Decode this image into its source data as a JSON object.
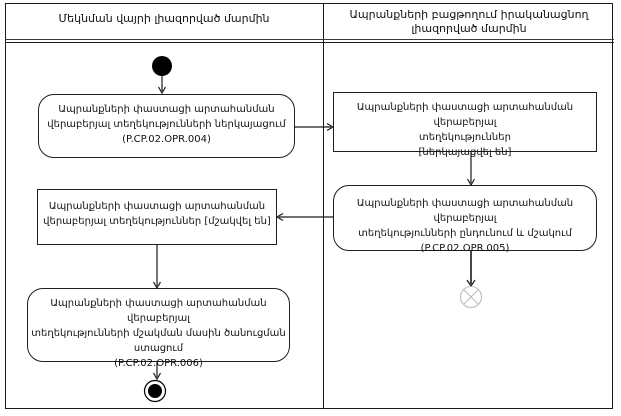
{
  "diagram": {
    "type": "uml-activity-swimlane",
    "colors": {
      "line": "#1a1a1a",
      "node_border": "#1f1f1f",
      "faded_gray": "#8f8f8f",
      "flow_final_gray": "#bdbdbd",
      "background": "#ffffff"
    },
    "lanes": {
      "left": {
        "title": "Մեկնման վայրի լիազորված մարմին"
      },
      "right": {
        "title": "Ապրանքների բացթողում իրականացնող լիազորված մարմին",
        "faded_marks": "·—··—·—··"
      }
    },
    "nodes": {
      "start": {
        "kind": "initial-node"
      },
      "activity1": {
        "kind": "action",
        "lines": [
          "Ապրանքների փաստացի արտահանման",
          "վերաբերյալ տեղեկությունների ներկայացում",
          "(P.CP.02.OPR.004)"
        ]
      },
      "object1": {
        "kind": "object-state",
        "lines": [
          "Ապրանքների փաստացի արտահանման վերաբերյալ",
          "տեղեկություններ",
          "[ներկայացվել են]"
        ]
      },
      "activity2": {
        "kind": "action",
        "lines": [
          "Ապրանքների փաստացի արտահանման վերաբերյալ",
          "տեղեկությունների ընդունում և մշակում",
          "(P.CP.02.OPR.005)"
        ]
      },
      "object2": {
        "kind": "object-state",
        "lines": [
          "Ապրանքների փաստացի արտահանման",
          "վերաբերյալ տեղեկություններ [մշակվել են]"
        ]
      },
      "activity3": {
        "kind": "action",
        "lines": [
          "Ապրանքների փաստացի արտահանման վերաբերյալ",
          "տեղեկությունների մշակման մասին ծանուցման",
          "ստացում",
          "(P.CP.02.OPR.006)"
        ]
      },
      "final": {
        "kind": "activity-final-node"
      },
      "flow_final": {
        "kind": "flow-final-node"
      }
    },
    "edges": [
      {
        "from": "start",
        "to": "activity1"
      },
      {
        "from": "activity1",
        "to": "object1"
      },
      {
        "from": "object1",
        "to": "activity2"
      },
      {
        "from": "activity2",
        "to": "object2"
      },
      {
        "from": "object2",
        "to": "activity3"
      },
      {
        "from": "activity3",
        "to": "final"
      },
      {
        "from": "activity2",
        "to": "flow_final"
      }
    ]
  }
}
